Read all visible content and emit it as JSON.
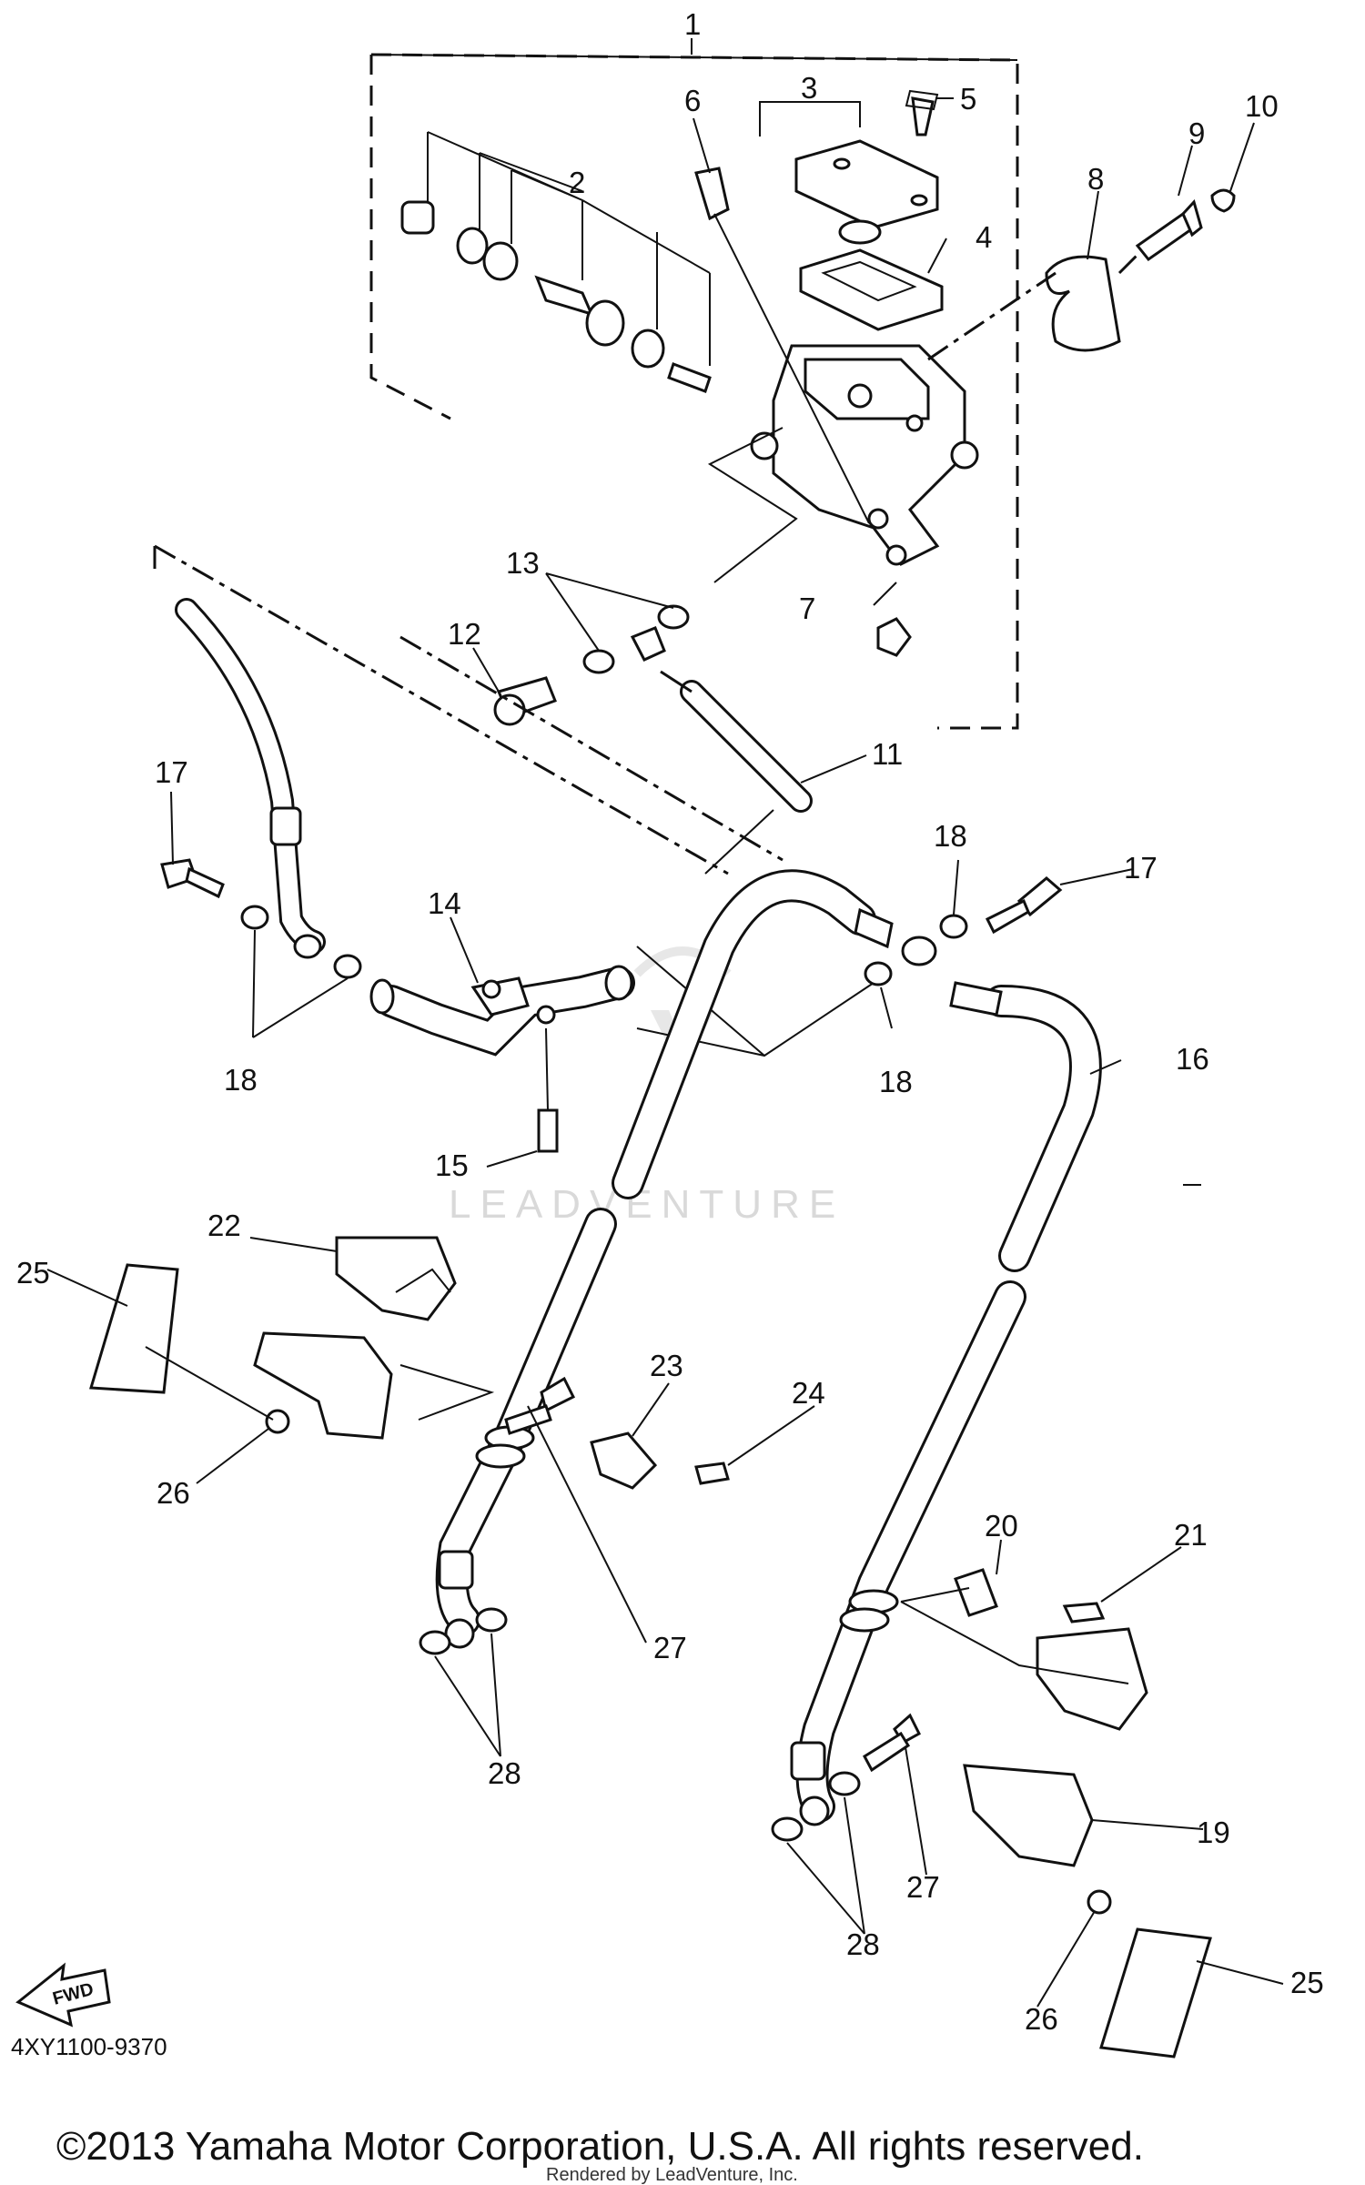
{
  "diagram": {
    "part_number_code": "4XY1100-9370",
    "watermark": "LEADVENTURE",
    "forward_arrow_label": "FWD",
    "copyright": "©2013 Yamaha Motor Corporation, U.S.A. All rights reserved.",
    "rendered_by": "Rendered by LeadVenture, Inc.",
    "callouts": [
      "1",
      "2",
      "3",
      "4",
      "5",
      "6",
      "7",
      "8",
      "9",
      "10",
      "11",
      "12",
      "13",
      "14",
      "15",
      "16",
      "17",
      "18",
      "19",
      "20",
      "21",
      "22",
      "23",
      "24",
      "25",
      "26",
      "27",
      "28"
    ]
  }
}
